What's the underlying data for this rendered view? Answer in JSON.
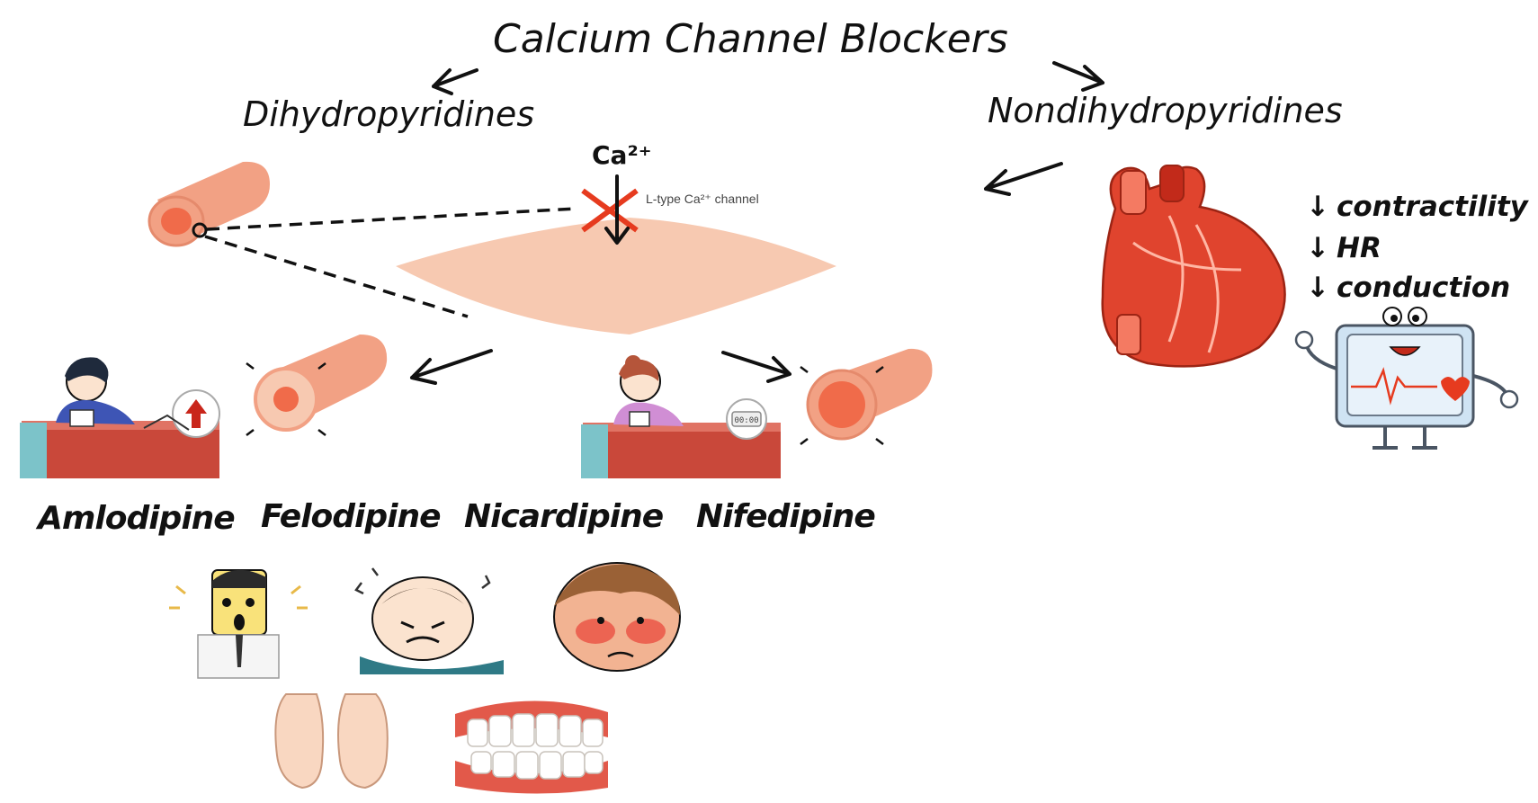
{
  "title": "Calcium Channel Blockers",
  "branches": {
    "dihydropyridines": "Dihydropyridines",
    "nondihydropyridines": "Nondihydropyridines"
  },
  "channel": {
    "ion": "Ca²⁺",
    "label": "L-type Ca²⁺ channel"
  },
  "effects": [
    {
      "arrow": "↓",
      "text": "contractility"
    },
    {
      "arrow": "↓",
      "text": "HR"
    },
    {
      "arrow": "↓",
      "text": "conduction"
    }
  ],
  "drugs": [
    "Amlodipine",
    "Felodipine",
    "Nicardipine",
    "Nifedipine"
  ],
  "monitor_reading": "00:00",
  "colors": {
    "vessel": "#f2a184",
    "vessel_lumen": "#f06b4a",
    "muscle": "#f7c9b1",
    "heart": "#e0442e",
    "block": "#e63b1f",
    "monitor": "#cfe3f3"
  },
  "side_effect_icons": [
    "dizziness-icon",
    "headache-icon",
    "flushing-icon",
    "edema-feet-icon",
    "gingival-hyperplasia-icon"
  ]
}
